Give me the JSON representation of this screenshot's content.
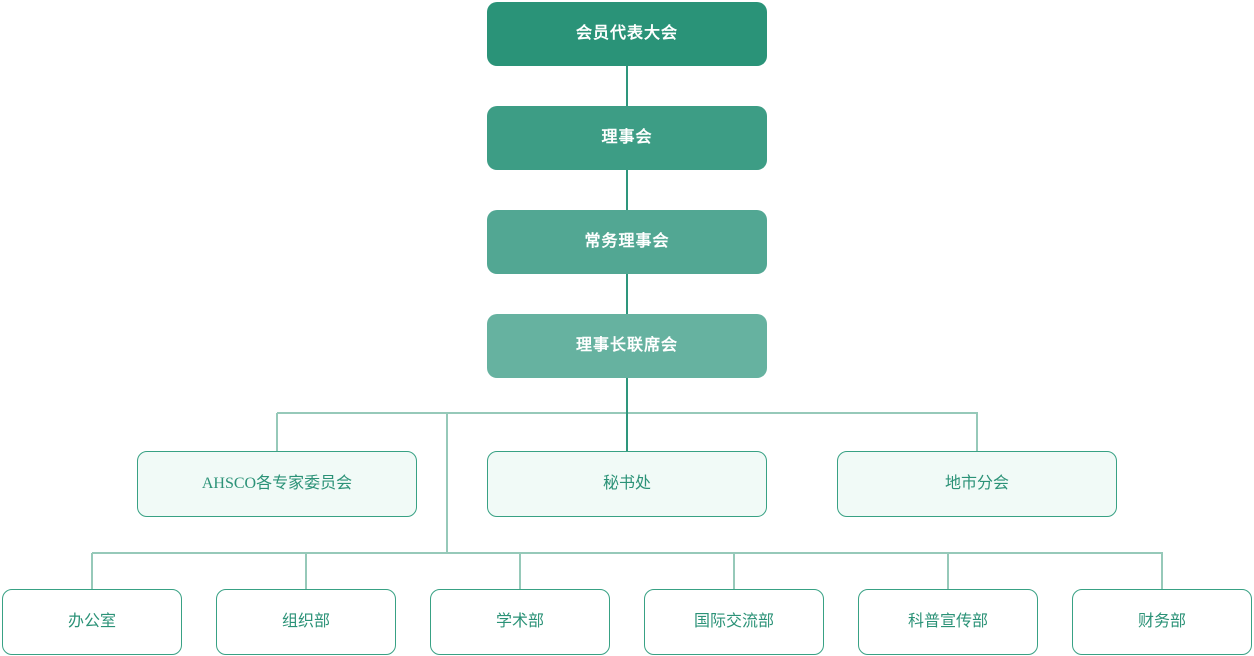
{
  "org_chart": {
    "background": "#ffffff",
    "hierarchy_nodes": [
      {
        "label": "会员代表大会",
        "fill": "#2a9378",
        "text_color": "#ffffff"
      },
      {
        "label": "理事会",
        "fill": "#3d9d85",
        "text_color": "#ffffff"
      },
      {
        "label": "常务理事会",
        "fill": "#52a793",
        "text_color": "#ffffff"
      },
      {
        "label": "理事长联席会",
        "fill": "#66b2a0",
        "text_color": "#ffffff"
      }
    ],
    "branch_nodes": [
      {
        "label": "AHSCO各专家委员会",
        "fill": "#f1faf7",
        "border": "#38a184",
        "text_color": "#2b9277"
      },
      {
        "label": "秘书处",
        "fill": "#f1faf7",
        "border": "#38a184",
        "text_color": "#2b9277"
      },
      {
        "label": "地市分会",
        "fill": "#f1faf7",
        "border": "#38a184",
        "text_color": "#2b9277"
      }
    ],
    "department_nodes": [
      {
        "label": "办公室"
      },
      {
        "label": "组织部"
      },
      {
        "label": "学术部"
      },
      {
        "label": "国际交流部"
      },
      {
        "label": "科普宣传部"
      },
      {
        "label": "财务部"
      }
    ],
    "department_style": {
      "fill": "#ffffff",
      "border": "#38a184",
      "text_color": "#2b9277"
    },
    "connector_colors": {
      "primary": "#2e967c",
      "secondary": "#96c9b9"
    }
  }
}
